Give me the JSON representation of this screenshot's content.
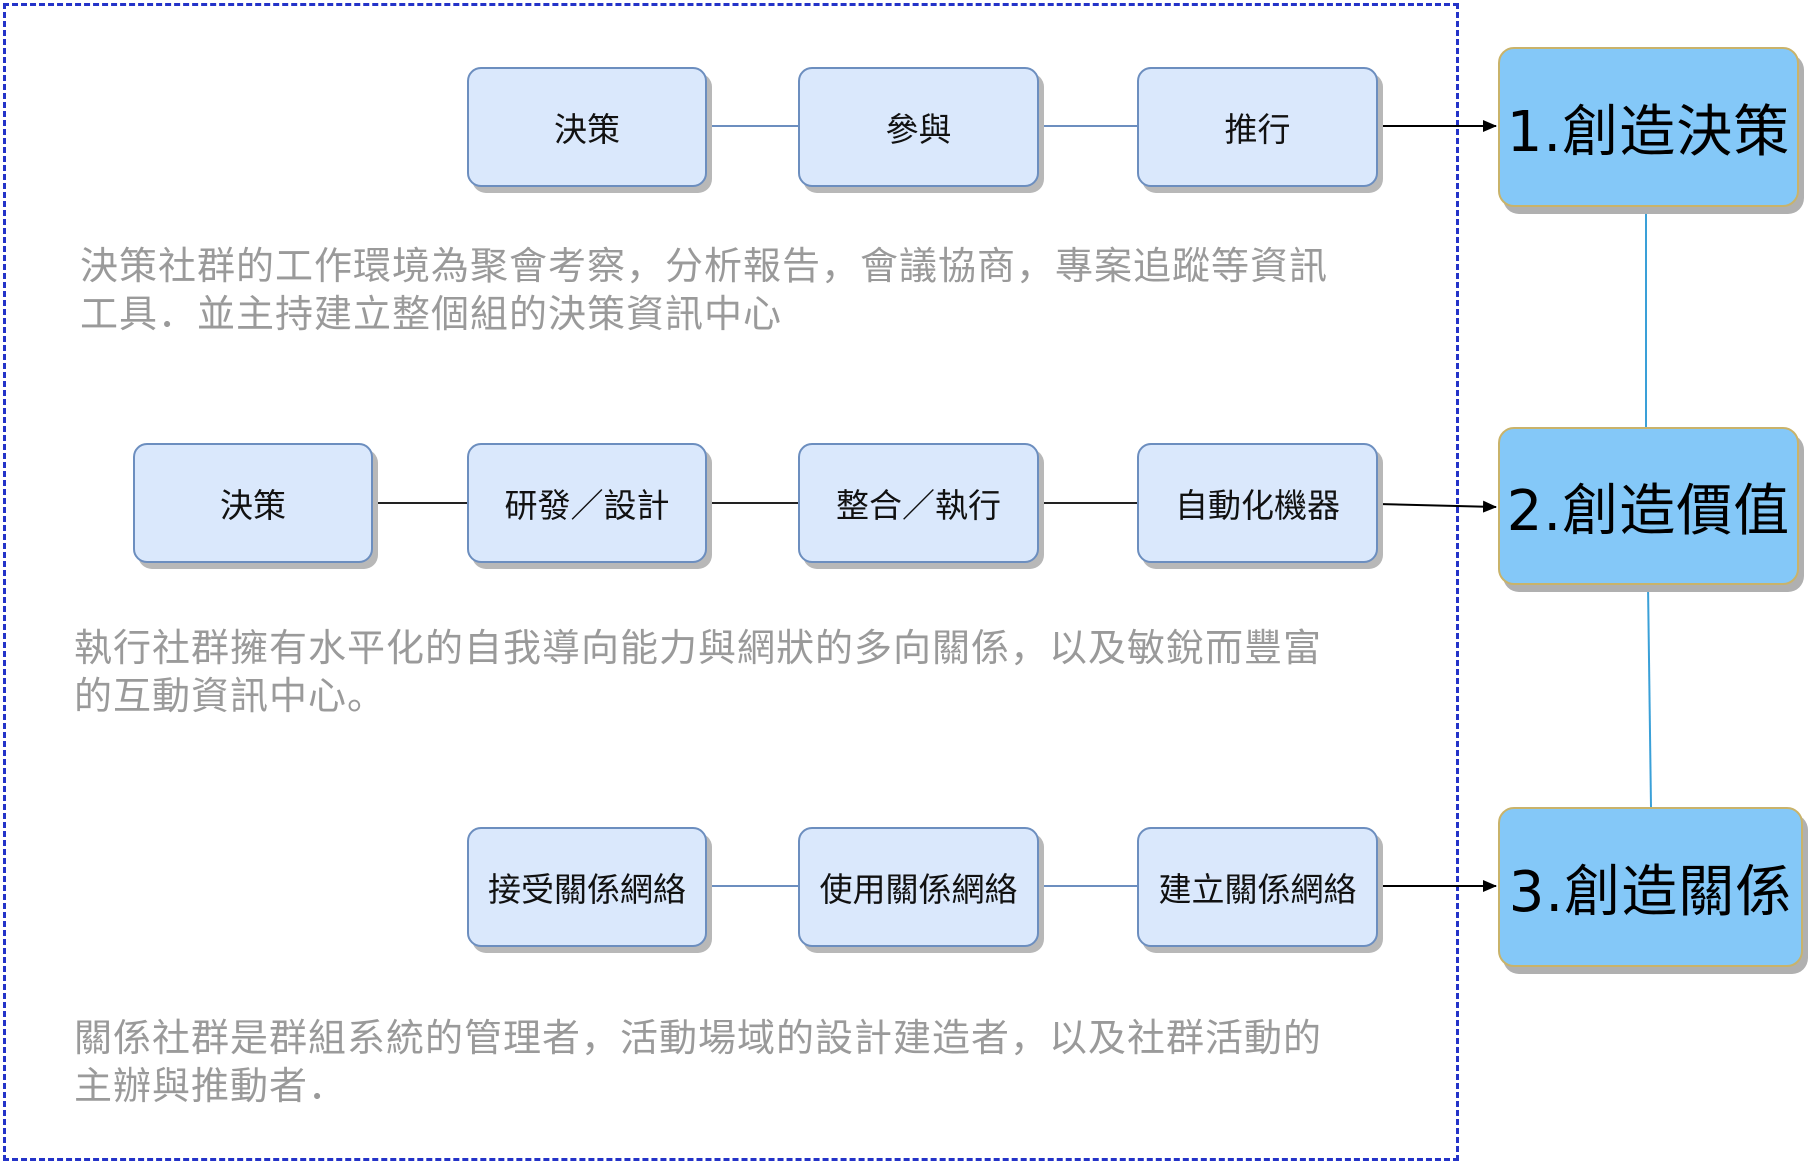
{
  "rows": [
    {
      "steps": [
        "決策",
        "參與",
        "推行"
      ],
      "outcome": "1.創造決策",
      "description": [
        "決策社群的工作環境為聚會考察，分析報告，會議協商，專案追蹤等資訊",
        "工具．並主持建立整個組的決策資訊中心"
      ]
    },
    {
      "steps": [
        "決策",
        "研發／設計",
        "整合／執行",
        "自動化機器"
      ],
      "outcome": "2.創造價值",
      "description": [
        "執行社群擁有水平化的自我導向能力與網狀的多向關係，以及敏銳而豐富",
        "的互動資訊中心。"
      ]
    },
    {
      "steps": [
        "接受關係網絡",
        "使用關係網絡",
        "建立關係網絡"
      ],
      "outcome": "3.創造關係",
      "description": [
        "關係社群是群組系統的管理者，活動場域的設計建造者，以及社群活動的",
        "主辦與推動者．"
      ]
    }
  ],
  "colors": {
    "frame": "#2433c8",
    "step_fill": "#dae8fc",
    "step_border": "#6c8ebf",
    "outcome_fill": "#84c8f8",
    "outcome_border": "#c9b36a",
    "description_text": "#9a9a9a",
    "link_blue": "#6c8ebf",
    "link_dark": "#222222",
    "vertical_link": "#3aa0d8"
  }
}
